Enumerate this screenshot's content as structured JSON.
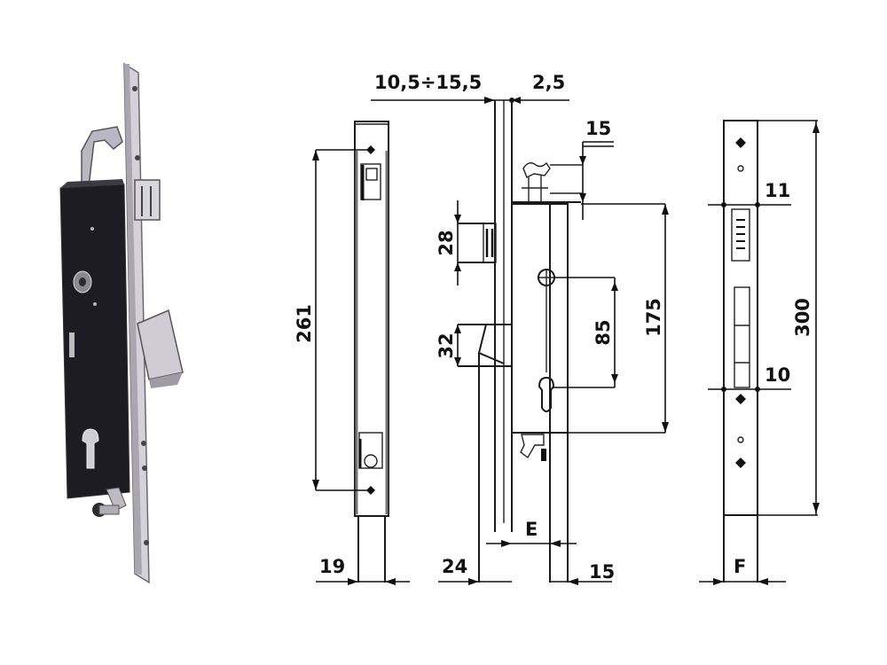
{
  "diagram": {
    "subject": "mortise lock for aluminium profile - product view and dimensional drawings",
    "views": [
      {
        "name": "product-photo",
        "description": "3D rendering of lock body with faceplate, latch, hook bolt and cylinder hole"
      },
      {
        "name": "front-faceplate-view"
      },
      {
        "name": "side-section-view"
      },
      {
        "name": "faceplate-front-view"
      }
    ],
    "dimensions": {
      "backset_range": "10,5÷15,5",
      "plate_thickness": "2,5",
      "bolt_projection": "15",
      "fixing_centers": "261",
      "latch_height": "28",
      "hook_height": "32",
      "handle_to_cylinder": "85",
      "body_height": "175",
      "faceplate_length": "300",
      "upper_gap": "11",
      "lower_gap": "10",
      "faceplate_width_front": "19",
      "faceplate_width_side": "24",
      "bottom_right": "15",
      "backset_label": "E",
      "width_label": "F"
    },
    "colors": {
      "line": "#1a1a1a",
      "lock_body": "#1c1c22",
      "faceplate": "#c9c7cf",
      "background": "#ffffff"
    }
  }
}
